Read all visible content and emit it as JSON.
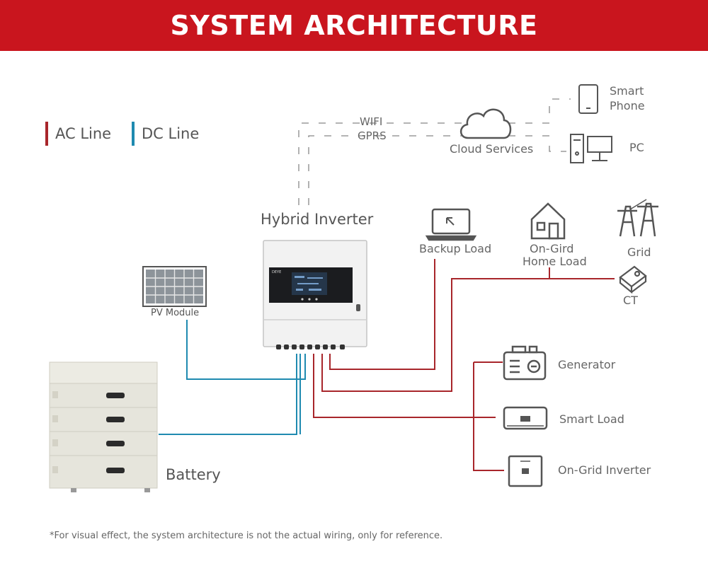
{
  "header": {
    "title": "SYSTEM ARCHITECTURE"
  },
  "legend": {
    "ac": {
      "label": "AC Line",
      "color": "#a8262b"
    },
    "dc": {
      "label": "DC Line",
      "color": "#1f8ab0"
    }
  },
  "comm": {
    "wifi": "WIFI",
    "gprs": "GPRS",
    "cloud": "Cloud Services"
  },
  "devices": {
    "smart_phone": [
      "Smart",
      "Phone"
    ],
    "pc": "PC",
    "inverter_title": "Hybrid Inverter",
    "backup_load": "Backup Load",
    "home_load": [
      "On-Gird",
      "Home Load"
    ],
    "grid": "Grid",
    "ct": "CT",
    "pv_module": "PV Module",
    "battery": "Battery",
    "generator": "Generator",
    "smart_load": "Smart Load",
    "on_grid_inverter": "On-Grid Inverter"
  },
  "footnote": "*For visual effect, the system architecture is not the actual wiring, only for reference."
}
